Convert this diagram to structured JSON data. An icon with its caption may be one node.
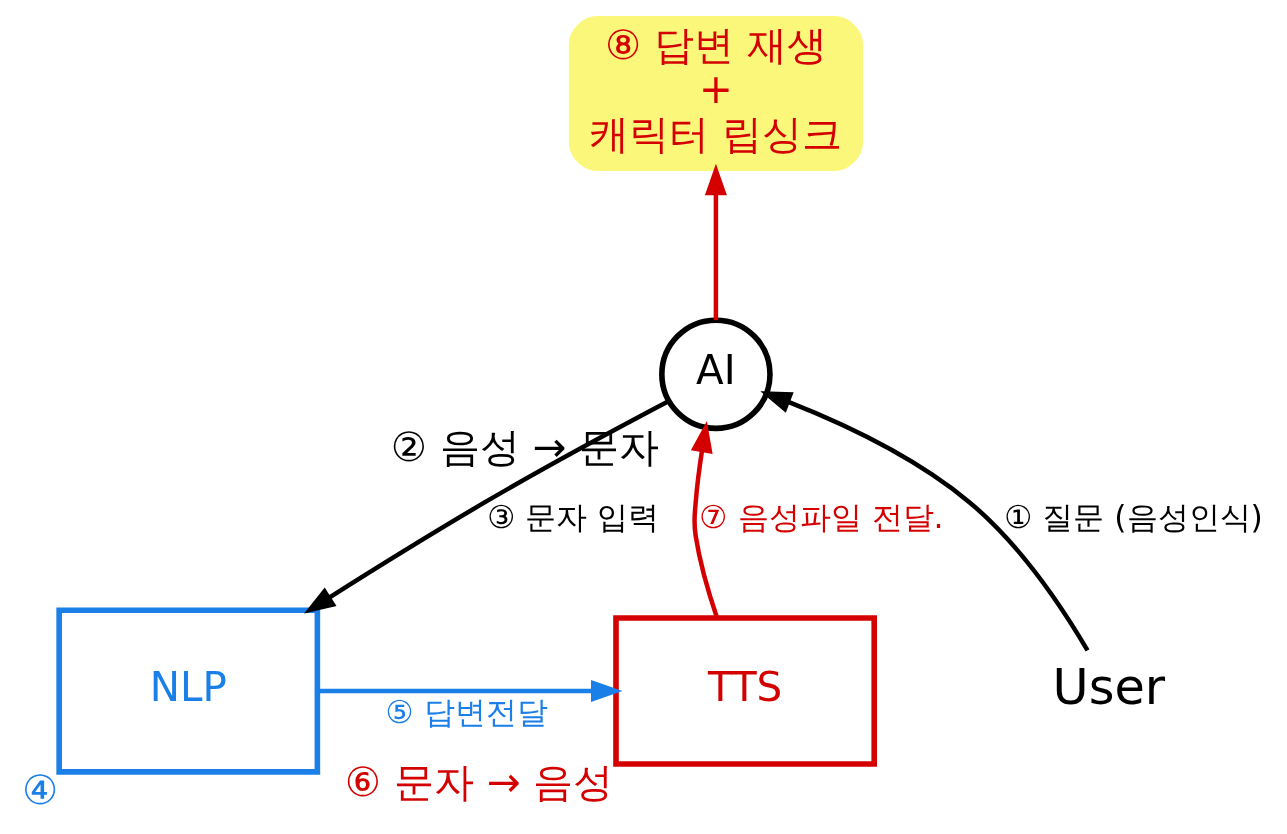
{
  "diagram": {
    "nodes": [
      {
        "text": [
          "NLP"
        ],
        "beside": [
          "④"
        ]
      },
      {
        "text": [
          "TTS"
        ],
        "beside": [
          "⑥ 문자 → 음성"
        ]
      },
      {
        "text": [
          "AI"
        ],
        "beside": [
          "② 음성 → 문자"
        ]
      },
      {
        "text": [
          "User"
        ]
      },
      {
        "text": [
          "⑧ 답변 재생",
          "+",
          "캐릭터 립싱크"
        ]
      }
    ],
    "edges": [
      {
        "from": 3,
        "to": 2,
        "arrow": "to",
        "label": "① 질문 (음성인식)"
      },
      {
        "from": 2,
        "to": 0,
        "arrow": "to",
        "label": "③ 문자 입력"
      },
      {
        "from": 0,
        "to": 1,
        "arrow": "to",
        "label": "⑤ 답변전달",
        "color": "#1a7fe6"
      },
      {
        "from": 1,
        "to": 2,
        "arrow": "to",
        "label": "⑦ 음성파일 전달.",
        "color": "#d40000"
      },
      {
        "from": 2,
        "to": 4,
        "arrow": "to",
        "color": "#d40000"
      }
    ]
  }
}
